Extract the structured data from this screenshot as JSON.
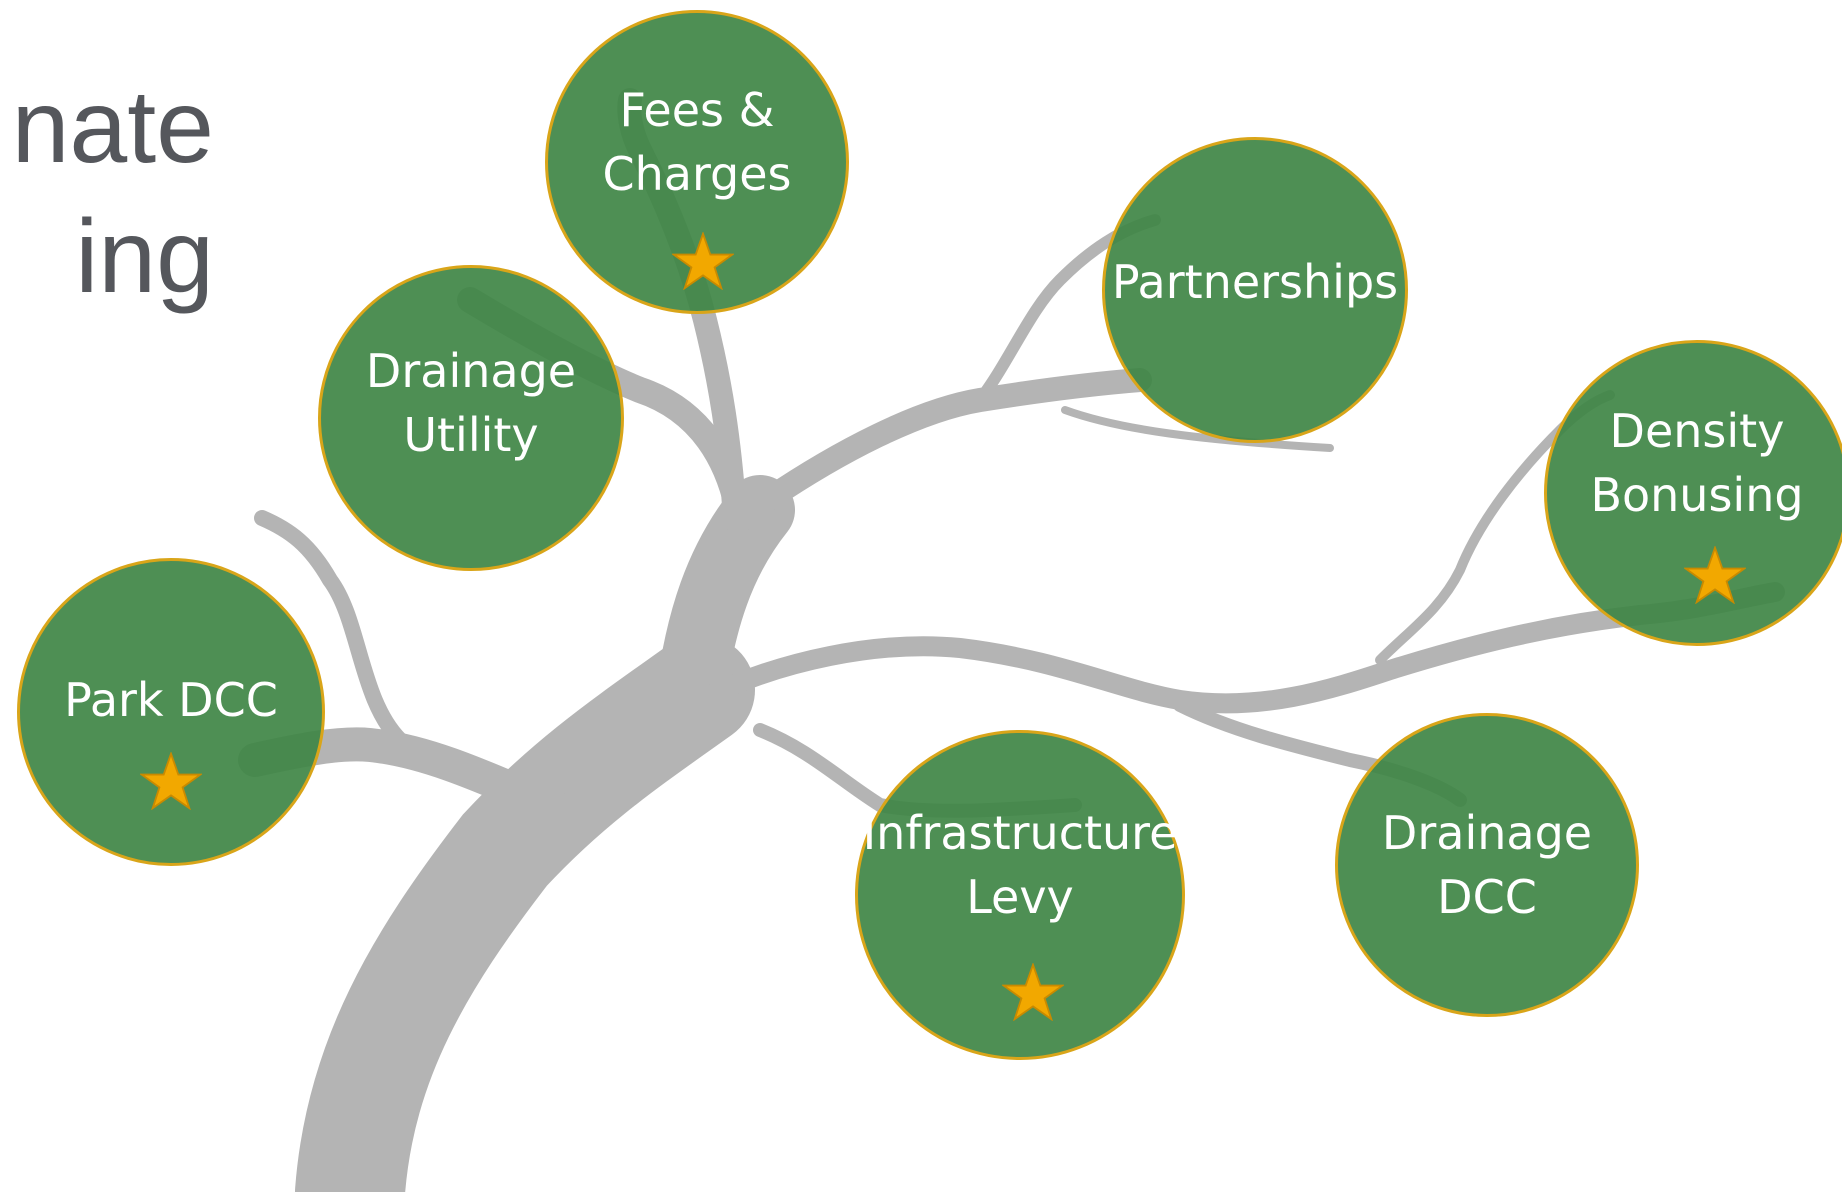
{
  "title": {
    "line1": "nate",
    "line2": "ing"
  },
  "nodes": [
    {
      "id": "fees-charges",
      "lines": [
        "Fees &",
        "Charges"
      ],
      "starred": true
    },
    {
      "id": "partnerships",
      "lines": [
        "Partnerships"
      ],
      "starred": false
    },
    {
      "id": "drainage-utility",
      "lines": [
        "Drainage",
        "Utility"
      ],
      "starred": false
    },
    {
      "id": "density-bonusing",
      "lines": [
        "Density",
        "Bonusing"
      ],
      "starred": true
    },
    {
      "id": "park-dcc",
      "lines": [
        "Park DCC"
      ],
      "starred": true
    },
    {
      "id": "infrastructure-levy",
      "lines": [
        "Infrastructure",
        "Levy"
      ],
      "starred": true
    },
    {
      "id": "drainage-dcc",
      "lines": [
        "Drainage",
        "DCC"
      ],
      "starred": false
    }
  ],
  "colors": {
    "circle_fill": "#3f8645",
    "circle_border": "#d9a519",
    "star": "#f2a800",
    "tree": "#b4b4b4",
    "title_text": "#55575c"
  },
  "icons": {
    "star": "star-icon"
  }
}
